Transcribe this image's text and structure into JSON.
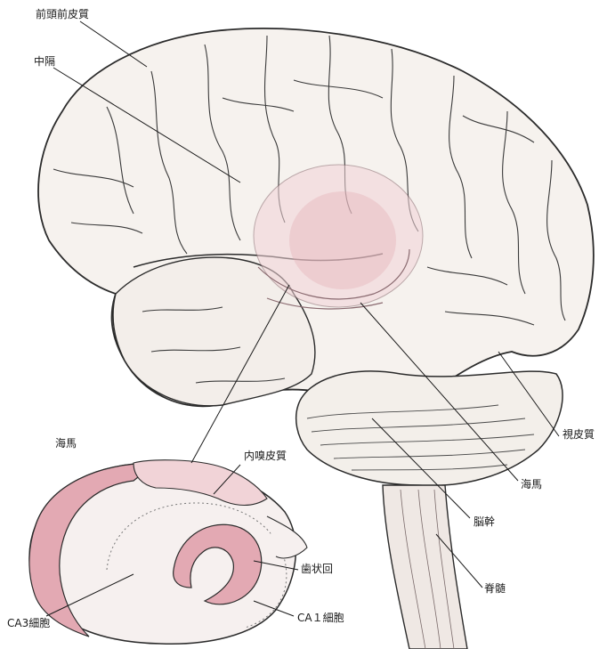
{
  "labels": {
    "prefrontal_cortex": "前頭前皮質",
    "septum": "中隔",
    "hippocampus_inset": "海馬",
    "entorhinal_cortex": "内嗅皮質",
    "dentate_gyrus": "歯状回",
    "ca3": "CA3細胞",
    "ca1": "CA１細胞",
    "visual_cortex": "視皮質",
    "hippocampus": "海馬",
    "brainstem": "脳幹",
    "spinal_cord": "脊髄"
  },
  "colors": {
    "ink": "#2b2b2b",
    "paper": "#f6f2ee",
    "pink": "#e3a9b3",
    "pink_light": "#f1d3d7"
  }
}
